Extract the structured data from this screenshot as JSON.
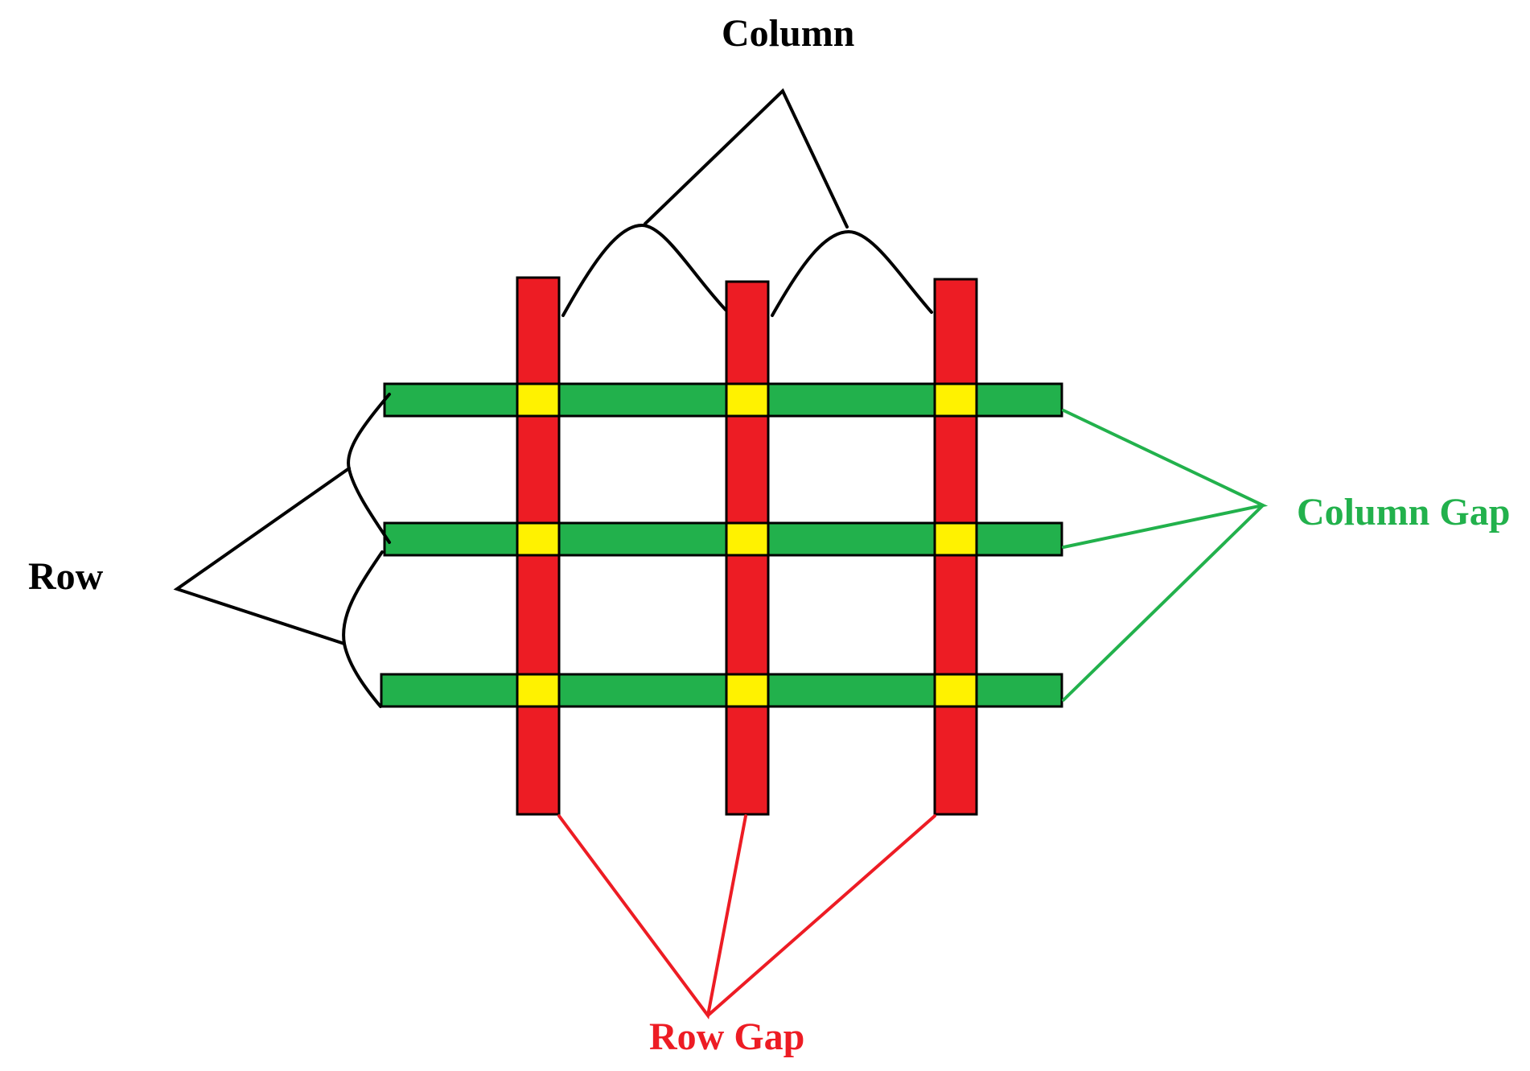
{
  "labels": {
    "column": "Column",
    "row": "Row",
    "column_gap": "Column Gap",
    "row_gap": "Row Gap"
  },
  "colors": {
    "column_bar": "#ed1c24",
    "row_bar": "#22b14c",
    "intersection": "#fff200",
    "outline": "#000000",
    "column_label": "#000000",
    "row_label": "#000000",
    "column_gap_label": "#22b14c",
    "row_gap_label": "#ed1c24"
  },
  "grid": {
    "columns": 3,
    "rows": 3
  }
}
